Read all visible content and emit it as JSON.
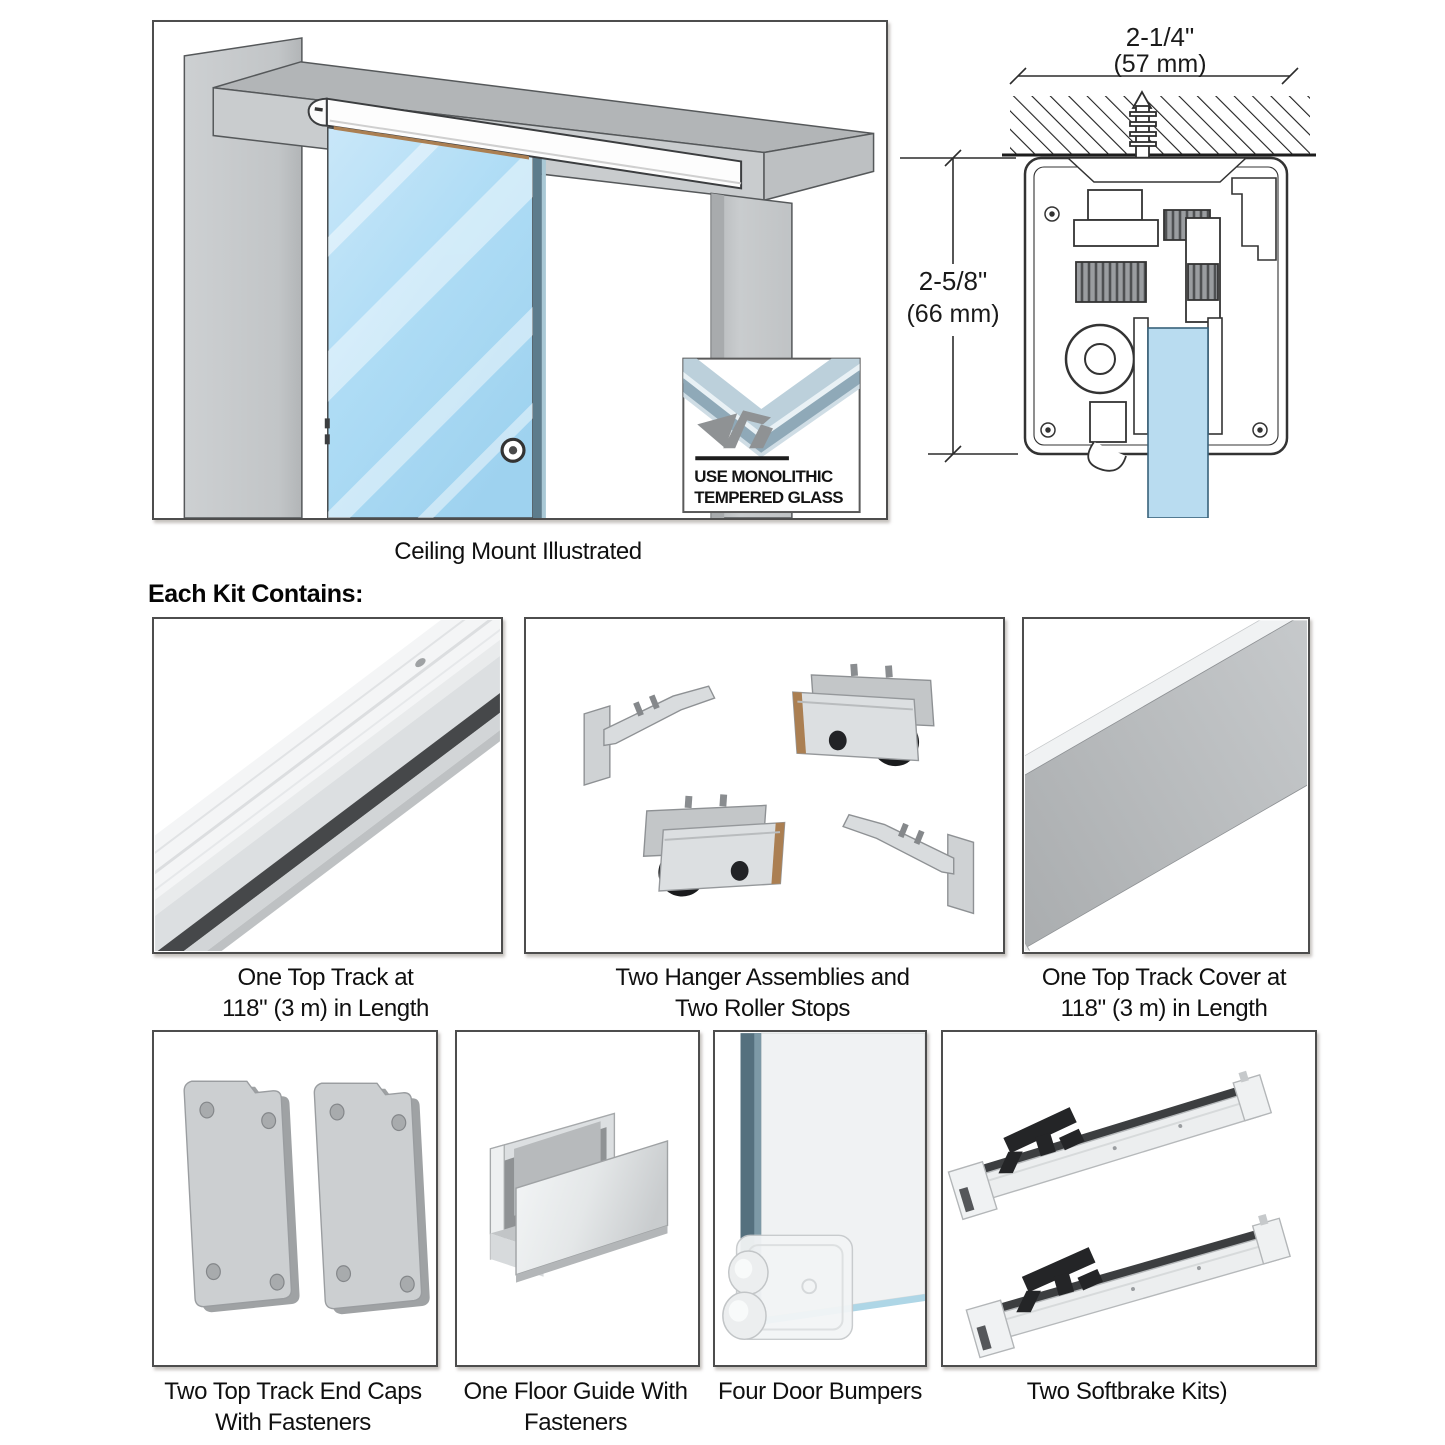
{
  "main_illustration": {
    "caption": "Ceiling Mount Illustrated",
    "badge": {
      "line1": "USE MONOLITHIC",
      "line2": "TEMPERED GLASS"
    }
  },
  "cross_section": {
    "width_dim": {
      "line1": "2-1/4\"",
      "line2": "(57 mm)"
    },
    "height_dim": {
      "line1": "2-5/8\"",
      "line2": "(66 mm)"
    }
  },
  "kit": {
    "heading": "Each Kit Contains:",
    "items": [
      {
        "id": "top-track",
        "lines": [
          "One Top Track at",
          "118\" (3 m) in Length"
        ]
      },
      {
        "id": "hanger-assemblies",
        "lines": [
          "Two Hanger Assemblies and",
          "Two Roller Stops"
        ]
      },
      {
        "id": "top-track-cover",
        "lines": [
          "One Top Track Cover at",
          "118\" (3 m) in Length"
        ]
      },
      {
        "id": "end-caps",
        "lines": [
          "Two Top Track End Caps",
          "With Fasteners"
        ]
      },
      {
        "id": "floor-guide",
        "lines": [
          "One Floor Guide With",
          "Fasteners"
        ]
      },
      {
        "id": "door-bumpers",
        "lines": [
          "Four Door Bumpers"
        ]
      },
      {
        "id": "softbrake-kits",
        "lines": [
          "Two Softbrake Kits)"
        ]
      }
    ]
  },
  "colors": {
    "glass_blue": "#aee0f7",
    "glass_edge": "#5d7c8c",
    "wall_gray": "#c6c9cb",
    "gasket_tan": "#ab7f52",
    "line": "#3f3f3f",
    "panel_border": "#4d4d4d"
  }
}
